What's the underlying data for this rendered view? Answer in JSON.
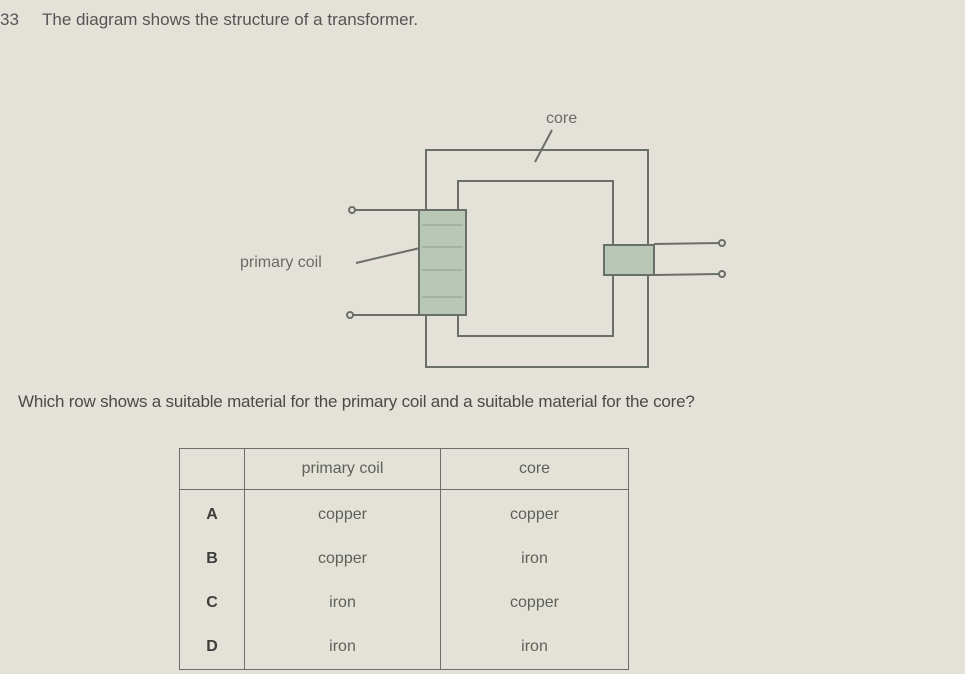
{
  "question": {
    "number": "33",
    "stem": "The diagram shows the structure of a transformer.",
    "prompt": "Which row shows a suitable material for the primary coil and a suitable material for the core?"
  },
  "diagram": {
    "labels": {
      "core": "core",
      "primary_coil": "primary coil"
    },
    "colors": {
      "coil_fill": "#b9c8b6",
      "line": "#6b6f69"
    }
  },
  "table": {
    "headers": [
      "",
      "primary coil",
      "core"
    ],
    "rows": [
      {
        "key": "A",
        "primary_coil": "copper",
        "core": "copper"
      },
      {
        "key": "B",
        "primary_coil": "copper",
        "core": "iron"
      },
      {
        "key": "C",
        "primary_coil": "iron",
        "core": "copper"
      },
      {
        "key": "D",
        "primary_coil": "iron",
        "core": "iron"
      }
    ]
  }
}
